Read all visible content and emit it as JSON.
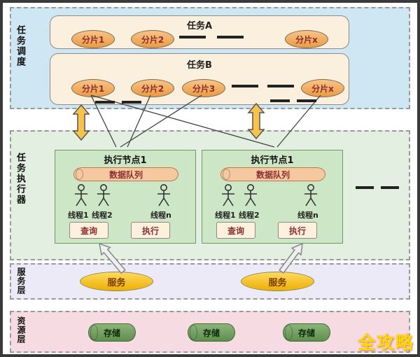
{
  "watermark": "全攻略",
  "scheduler": {
    "label": "任务调度",
    "task_a": {
      "title": "任务A",
      "shards": [
        "分片1",
        "分片2",
        "分片x"
      ]
    },
    "task_b": {
      "title": "任务B",
      "shards": [
        "分片1",
        "分片2",
        "分片3",
        "分片x"
      ]
    }
  },
  "executor": {
    "label": "任务执行器",
    "nodes": [
      {
        "title": "执行节点1",
        "queue": "数据队列",
        "threads": [
          "线程1",
          "线程2",
          "线程n"
        ],
        "query_btn": "查询",
        "exec_btn": "执行"
      },
      {
        "title": "执行节点1",
        "queue": "数据队列",
        "threads": [
          "线程1",
          "线程2",
          "线程n"
        ],
        "query_btn": "查询",
        "exec_btn": "执行"
      }
    ]
  },
  "services": {
    "label": "服务层",
    "items": [
      "服务",
      "服务"
    ]
  },
  "resources": {
    "label": "资源层",
    "items": [
      "存储",
      "存储",
      "存储"
    ]
  },
  "colors": {
    "scheduler_bg": "#cfe7f2",
    "executor_bg": "#e3efe1",
    "service_bg": "#eceaf6",
    "resource_bg": "#f6dbe2",
    "shard_fill": "#f0a85c",
    "service_fill": "#f5c01e",
    "storage_fill": "#6f9e63",
    "queue_fill": "#f6c8a0",
    "watermark_color": "#ffd800"
  }
}
